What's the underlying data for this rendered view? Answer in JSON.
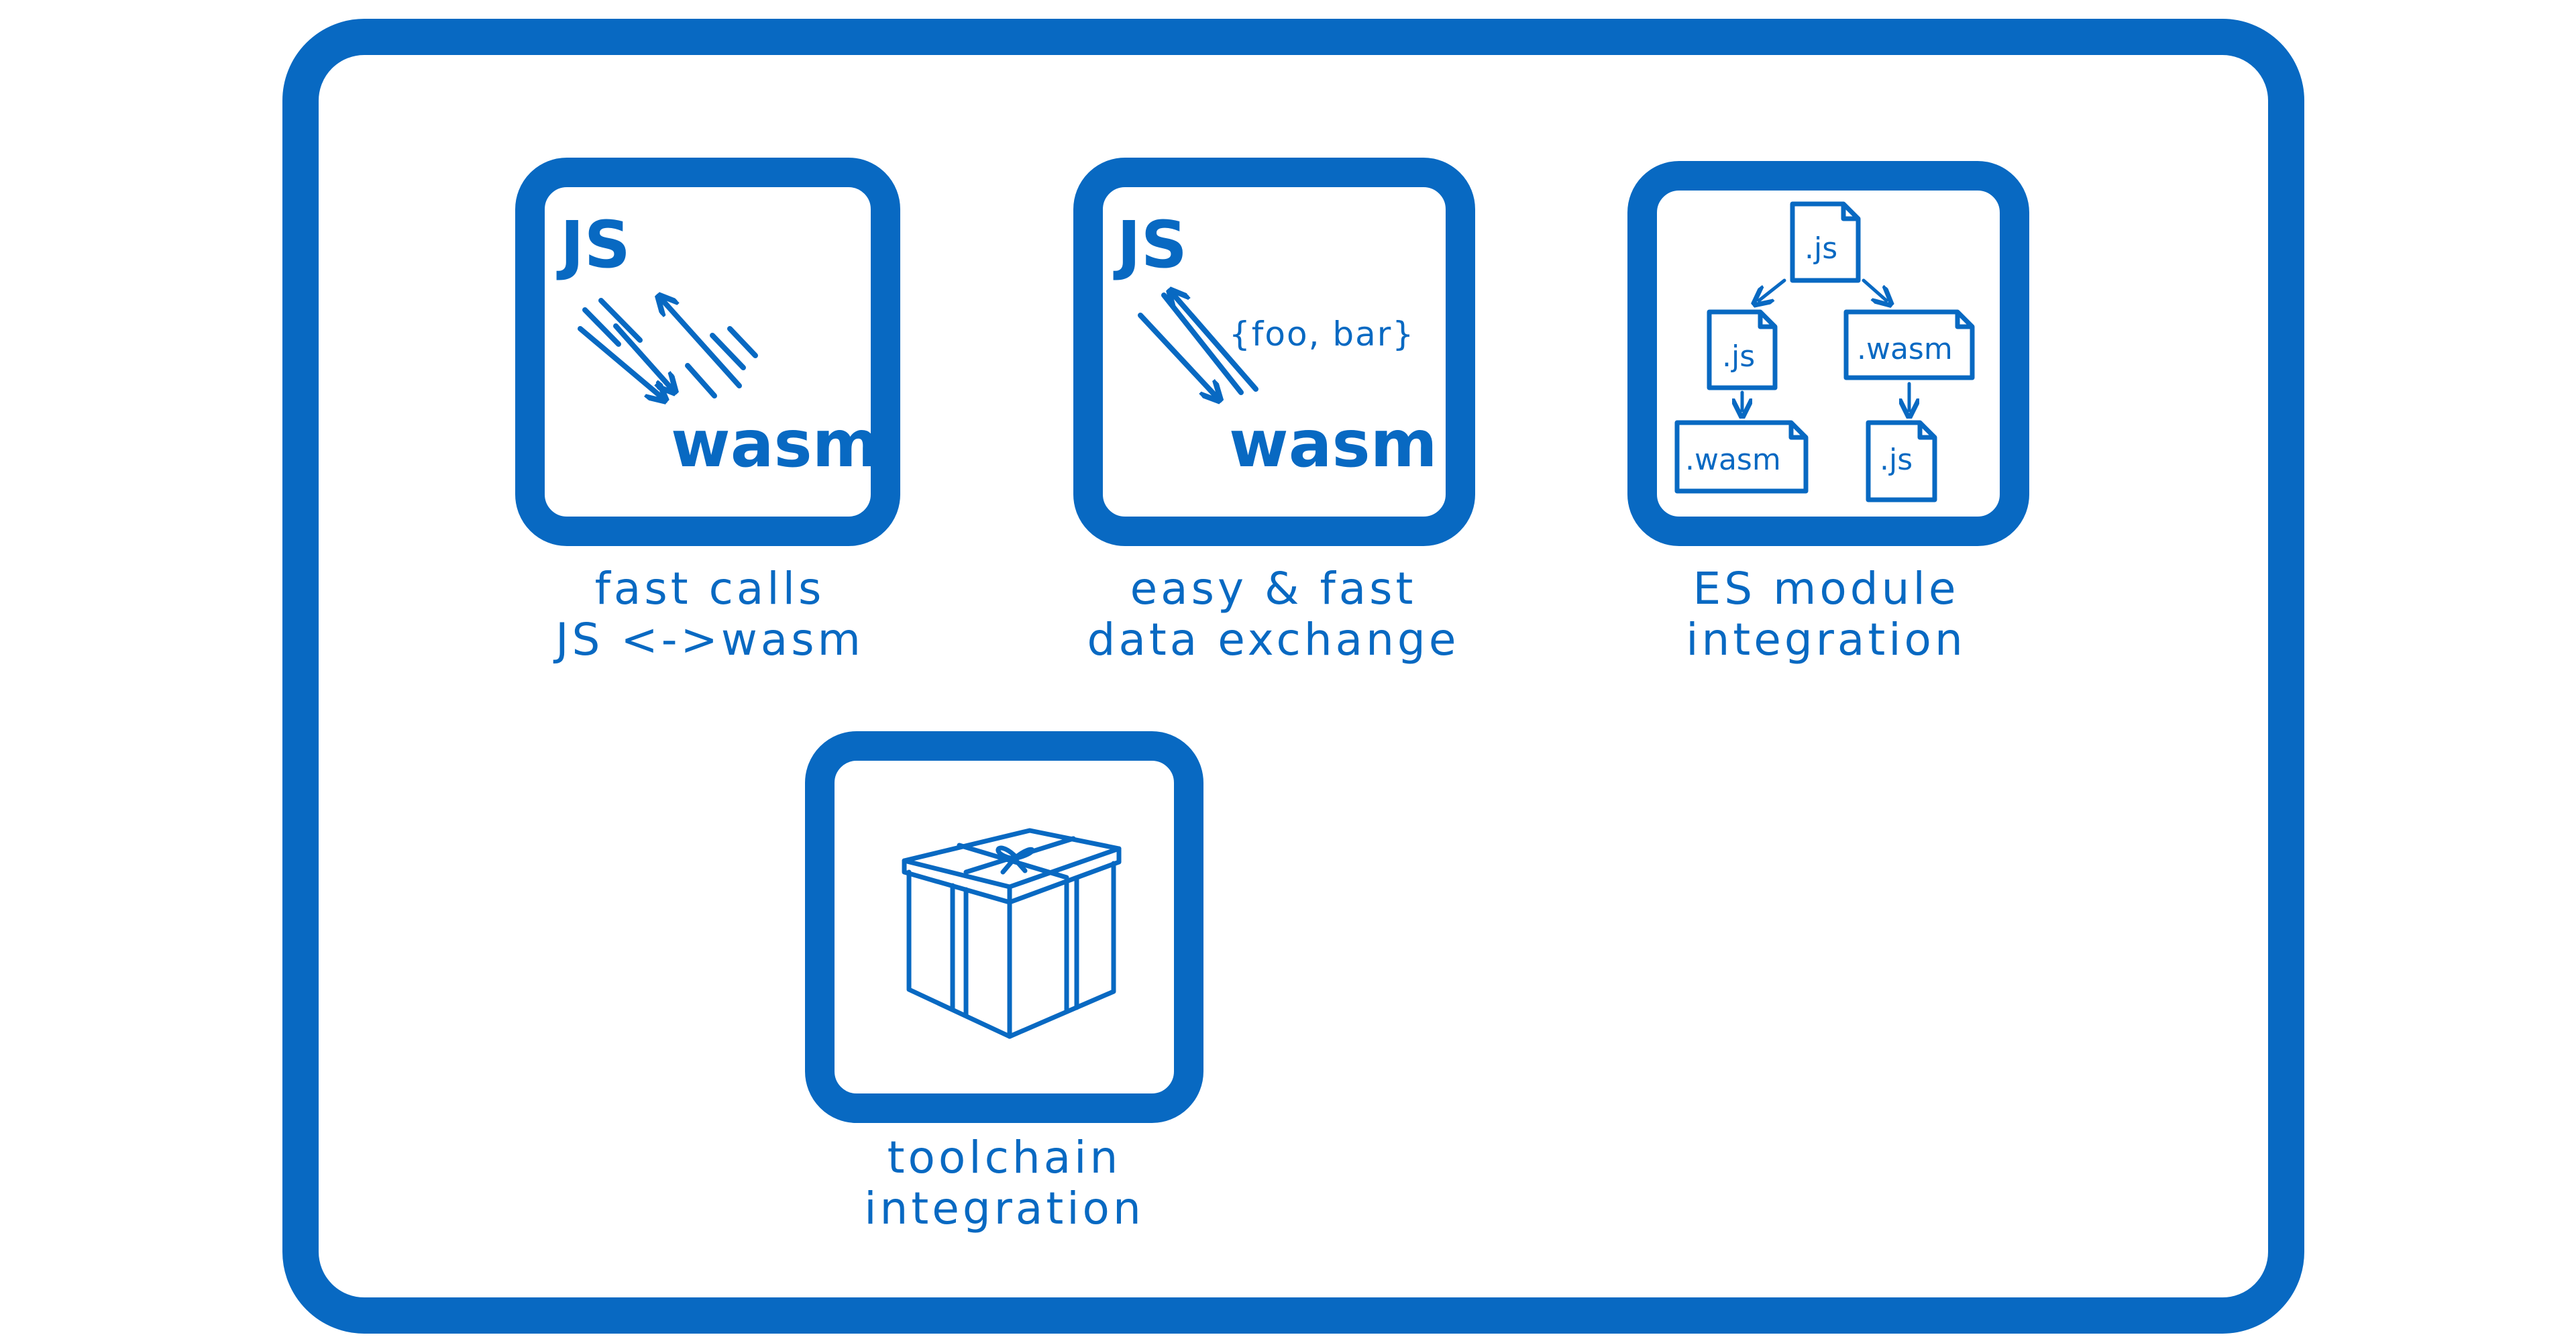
{
  "colors": {
    "stroke": "#0869c2",
    "background": "#ffffff"
  },
  "cards": {
    "fast_calls": {
      "top_label": "JS",
      "bottom_label": "wasm",
      "caption_line1": "fast calls",
      "caption_line2": "JS <->wasm"
    },
    "data_exchange": {
      "top_label": "JS",
      "bottom_label": "wasm",
      "object_label": "{foo, bar}",
      "caption_line1": "easy & fast",
      "caption_line2": "data exchange"
    },
    "es_module": {
      "files": [
        ".js",
        ".js",
        ".wasm",
        ".wasm",
        ".js"
      ],
      "caption_line1": "ES module",
      "caption_line2": "integration"
    },
    "toolchain": {
      "icon": "gift-box-icon",
      "caption_line1": "toolchain",
      "caption_line2": "integration"
    }
  }
}
